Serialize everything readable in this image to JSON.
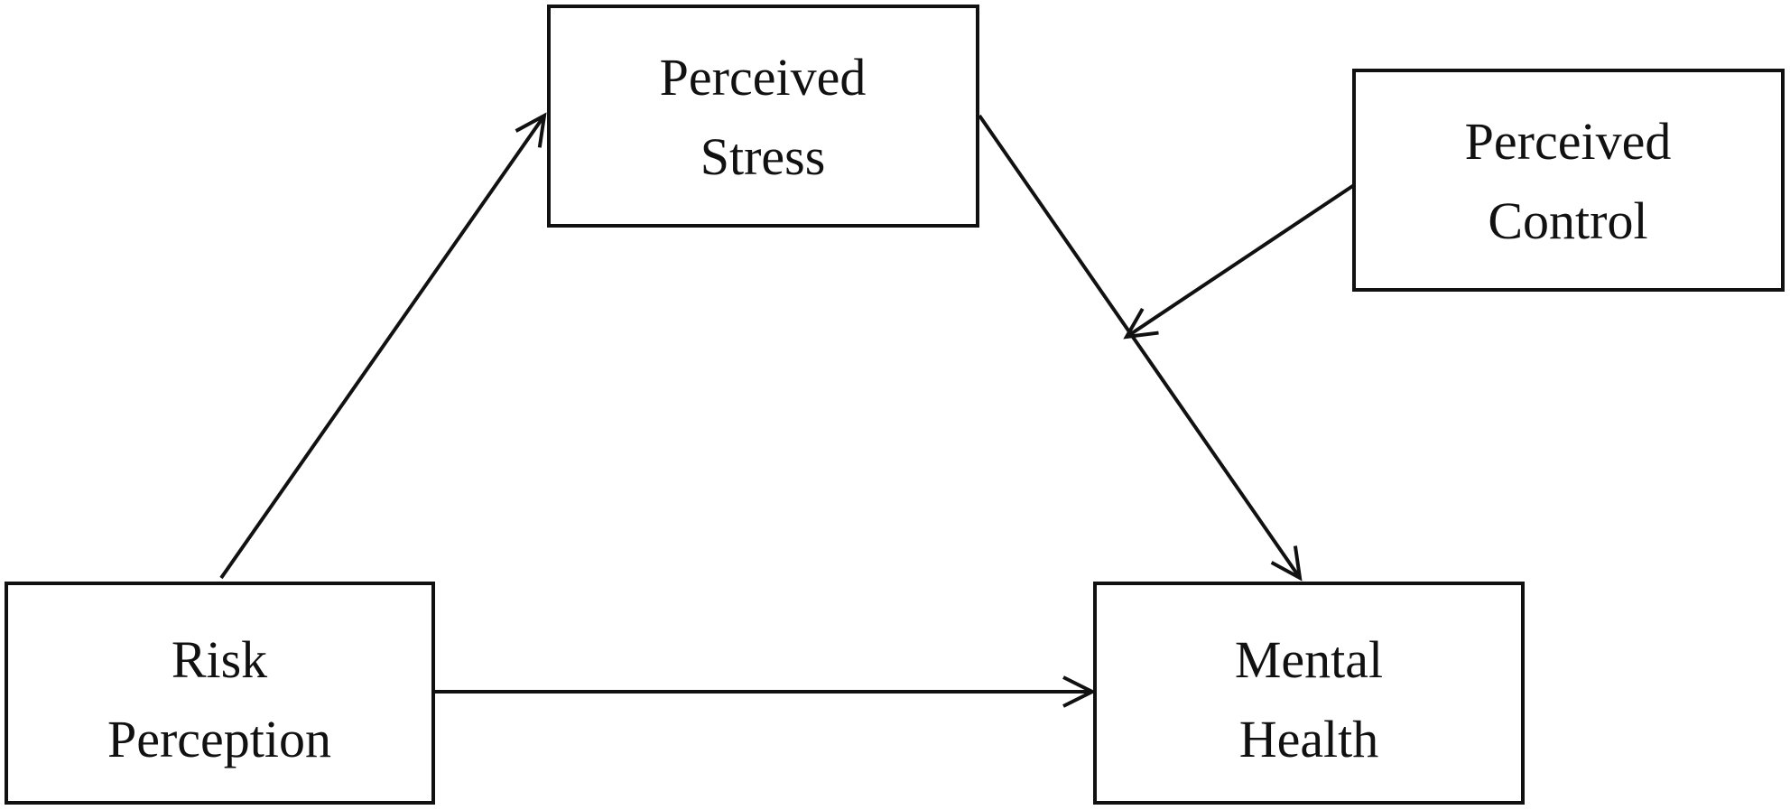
{
  "nodes": {
    "perceived_stress": {
      "line1": "Perceived",
      "line2": "Stress"
    },
    "perceived_control": {
      "line1": "Perceived",
      "line2": "Control"
    },
    "risk_perception": {
      "line1": "Risk",
      "line2": "Perception"
    },
    "mental_health": {
      "line1": "Mental",
      "line2": "Health"
    }
  },
  "edges": [
    {
      "from": "risk_perception",
      "to": "perceived_stress"
    },
    {
      "from": "perceived_stress",
      "to": "mental_health"
    },
    {
      "from": "risk_perception",
      "to": "mental_health"
    },
    {
      "from": "perceived_control",
      "to": "perceived_stress-mental_health path"
    }
  ],
  "colors": {
    "stroke": "#111111",
    "background": "#ffffff"
  }
}
